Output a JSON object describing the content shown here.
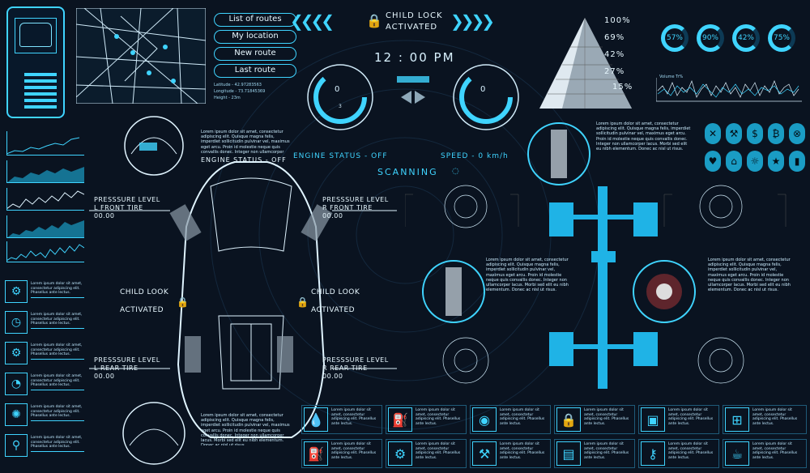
{
  "nav_buttons": [
    "List of routes",
    "My location",
    "New route",
    "Last route"
  ],
  "coords": {
    "latitude": "Latitude - 42.97283563",
    "longitude": "Longitude - 73.71845369",
    "height": "Height - 23m"
  },
  "child_lock_banner": [
    "CHILD LOCK",
    "ACTIVATED"
  ],
  "time": "12 : 00 PM",
  "gauge_left": {
    "number": "0",
    "sub": "3"
  },
  "gauge_right": {
    "number": "0"
  },
  "pyramid": [
    "100%",
    "69%",
    "42%",
    "27%",
    "15%"
  ],
  "circle_gauges": [
    "57%",
    "90%",
    "42%",
    "75%"
  ],
  "volume_label": "Volume Tr%",
  "engine_status_small": "ENGINE STATUS - OFF",
  "engine_status": "ENGINE STATUS - OFF",
  "speed": "SPEED - 0 km/h",
  "scanning": "SCANNING",
  "tires": {
    "lf": [
      "PRESSSURE LEVEL",
      "L FRONT TIRE",
      "00.00"
    ],
    "rf": [
      "PRESSSURE LEVEL",
      "R FRONT TIRE",
      "00.00"
    ],
    "lr": [
      "PRESSSURE LEVEL",
      "L REAR TIRE",
      "00.00"
    ],
    "rr": [
      "PRESSSURE LEVEL",
      "R REAR TIRE",
      "00.00"
    ]
  },
  "child_lock_left": [
    "CHILD LOOK",
    "ACTIVATED"
  ],
  "child_lock_right": [
    "CHILD LOOK",
    "ACTIVATED"
  ],
  "lorem": "Lorem ipsum dolor sit amet, consectetur adipiscing elit. Quisque magna felis, imperdiet sollicitudin pulvinar vel, maximus eget arcu. Proin id molestie neque quis convallis donec. Integer non ullamcorper lacus. Morbi sed elit eu nibh elementum. Donec ac nisl ut risus.",
  "lorem_short": "Lorem ipsum dolor sit amet, consectetur adipiscing elit. Phasellus ante lectus.",
  "icons": {
    "left_col": [
      "shock-absorber-icon",
      "gauge-icon",
      "gears-icon",
      "speedometer-icon",
      "turbine-icon",
      "gearshift-icon"
    ],
    "right_grid": [
      "cross-icon",
      "wrench-icon",
      "dollar-icon",
      "bitcoin-icon",
      "x-circle-icon",
      "heart-icon",
      "cup-icon",
      "bell-icon",
      "star-icon",
      "battery-icon"
    ],
    "bottom_row1": [
      "drop-icon",
      "piston-icon",
      "steering-wheel-icon",
      "lock-icon",
      "fuel-filter-icon",
      "chassis-icon"
    ],
    "bottom_row2": [
      "fuel-pump-icon",
      "tools-icon",
      "car-battery-icon",
      "spark-plug-icon",
      "coffee-icon"
    ]
  }
}
